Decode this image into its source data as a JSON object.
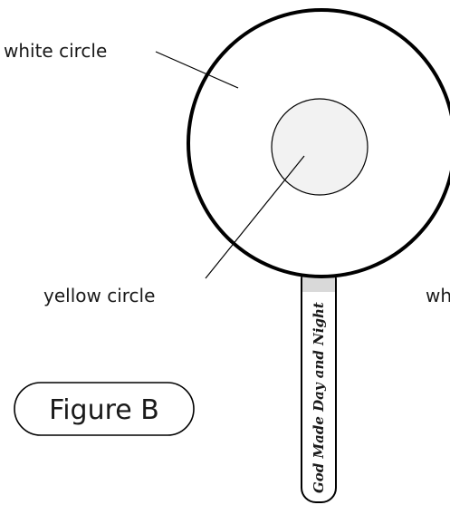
{
  "labels": {
    "white_circle": "white circle",
    "yellow_circle": "yellow circle",
    "stick_partial": "wh"
  },
  "stick_text": "God Made Day and Night",
  "figure_label": "Figure B",
  "colors": {
    "outline": "#000000",
    "inner_fill": "#f2f2f2",
    "stick_top_fill": "#d9d9d9"
  }
}
